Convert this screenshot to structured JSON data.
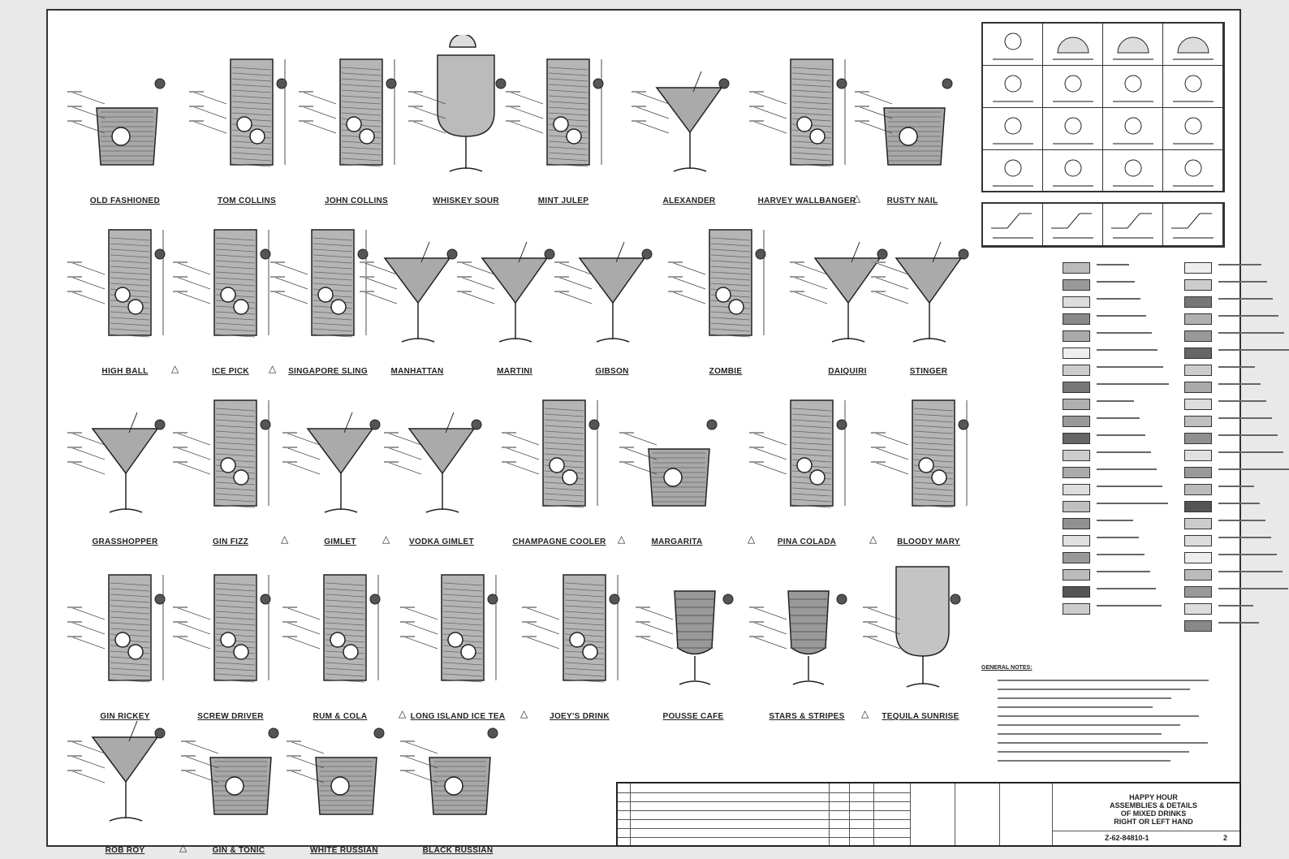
{
  "drawing": {
    "title_lines": [
      "HAPPY HOUR",
      "ASSEMBLIES & DETAILS",
      "OF MIXED DRINKS",
      "RIGHT OR LEFT HAND"
    ],
    "number": "Z-62-84810-1",
    "sheet": "2"
  },
  "notes": {
    "heading": "GENERAL NOTES:"
  },
  "drinks": [
    {
      "name": "OLD FASHIONED"
    },
    {
      "name": "TOM COLLINS"
    },
    {
      "name": "JOHN COLLINS"
    },
    {
      "name": "WHISKEY SOUR"
    },
    {
      "name": "MINT JULEP"
    },
    {
      "name": "ALEXANDER"
    },
    {
      "name": "HARVEY WALLBANGER"
    },
    {
      "name": "RUSTY NAIL"
    },
    {
      "name": "HIGH BALL"
    },
    {
      "name": "ICE PICK"
    },
    {
      "name": "SINGAPORE SLING"
    },
    {
      "name": "MANHATTAN"
    },
    {
      "name": "MARTINI"
    },
    {
      "name": "GIBSON"
    },
    {
      "name": "ZOMBIE"
    },
    {
      "name": "DAIQUIRI"
    },
    {
      "name": "STINGER"
    },
    {
      "name": "GRASSHOPPER"
    },
    {
      "name": "GIN FIZZ"
    },
    {
      "name": "GIMLET"
    },
    {
      "name": "VODKA GIMLET"
    },
    {
      "name": "CHAMPAGNE COOLER"
    },
    {
      "name": "MARGARITA"
    },
    {
      "name": "PINA COLADA"
    },
    {
      "name": "BLOODY MARY"
    },
    {
      "name": "GIN RICKEY"
    },
    {
      "name": "SCREW DRIVER"
    },
    {
      "name": "RUM & COLA"
    },
    {
      "name": "LONG ISLAND ICE TEA"
    },
    {
      "name": "JOEY'S DRINK"
    },
    {
      "name": "POUSSE CAFE"
    },
    {
      "name": "STARS & STRIPES"
    },
    {
      "name": "TEQUILA SUNRISE"
    },
    {
      "name": "ROB ROY"
    },
    {
      "name": "GIN & TONIC"
    },
    {
      "name": "WHITE RUSSIAN"
    },
    {
      "name": "BLACK RUSSIAN"
    }
  ],
  "icons": {
    "revision": "warning-triangle-icon",
    "callout": "balloon-icon"
  },
  "colors": {
    "line": "#222222",
    "fill_dark": "#555555",
    "fill_mid": "#999999",
    "fill_light": "#cccccc",
    "paper": "#ffffff",
    "background": "#e9e9e9"
  }
}
